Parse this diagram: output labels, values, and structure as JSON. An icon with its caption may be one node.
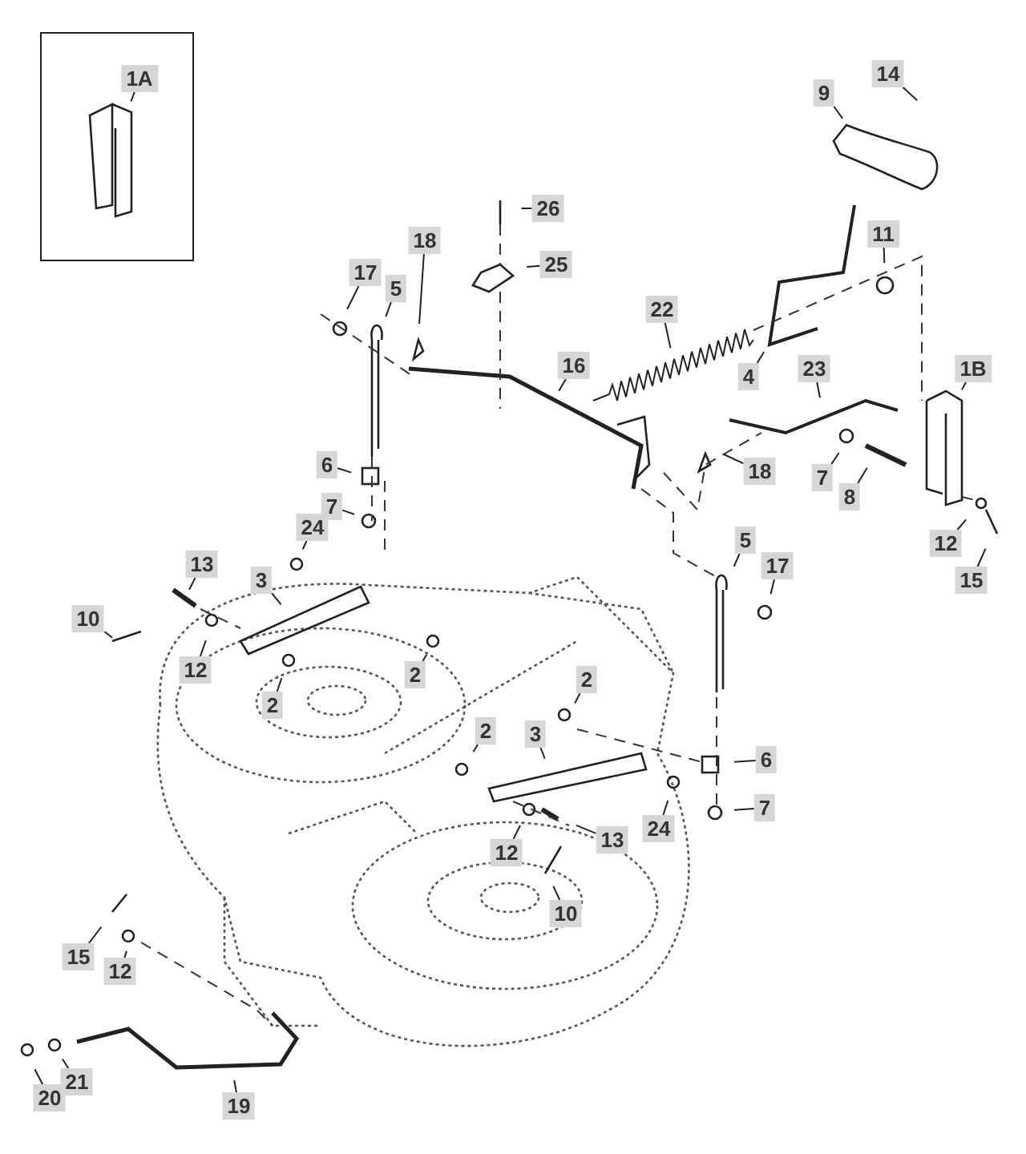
{
  "diagram": {
    "nodes": [
      {
        "text": [],
        "shape": "box"
      },
      {
        "text": [
          "1A"
        ],
        "in": 0
      },
      {
        "text": [
          "14"
        ]
      },
      {
        "text": [
          "9"
        ]
      },
      {
        "text": [
          "26"
        ]
      },
      {
        "text": [
          "11"
        ]
      },
      {
        "text": [
          "25"
        ]
      },
      {
        "text": [
          "18"
        ]
      },
      {
        "text": [
          "17"
        ]
      },
      {
        "text": [
          "5"
        ]
      },
      {
        "text": [
          "22"
        ]
      },
      {
        "text": [
          "16"
        ]
      },
      {
        "text": [
          "23"
        ]
      },
      {
        "text": [
          "1B"
        ]
      },
      {
        "text": [
          "4"
        ]
      },
      {
        "text": [
          "6"
        ]
      },
      {
        "text": [
          "18"
        ]
      },
      {
        "text": [
          "7"
        ]
      },
      {
        "text": [
          "7"
        ]
      },
      {
        "text": [
          "8"
        ]
      },
      {
        "text": [
          "24"
        ]
      },
      {
        "text": [
          "12"
        ]
      },
      {
        "text": [
          "13"
        ]
      },
      {
        "text": [
          "5"
        ]
      },
      {
        "text": [
          "17"
        ]
      },
      {
        "text": [
          "15"
        ]
      },
      {
        "text": [
          "3"
        ]
      },
      {
        "text": [
          "10"
        ]
      },
      {
        "text": [
          "12"
        ]
      },
      {
        "text": [
          "2"
        ]
      },
      {
        "text": [
          "2"
        ]
      },
      {
        "text": [
          "2"
        ]
      },
      {
        "text": [
          "2"
        ]
      },
      {
        "text": [
          "3"
        ]
      },
      {
        "text": [
          "6"
        ]
      },
      {
        "text": [
          "7"
        ]
      },
      {
        "text": [
          "24"
        ]
      },
      {
        "text": [
          "12"
        ]
      },
      {
        "text": [
          "13"
        ]
      },
      {
        "text": [
          "10"
        ]
      },
      {
        "text": [
          "15"
        ]
      },
      {
        "text": [
          "12"
        ]
      },
      {
        "text": [
          "20"
        ]
      },
      {
        "text": [
          "21"
        ]
      },
      {
        "text": [
          "19"
        ]
      }
    ],
    "edges": [
      {
        "from": 1,
        "to": null,
        "arrow": "none"
      },
      {
        "from": 2,
        "to": null,
        "arrow": "none"
      },
      {
        "from": 3,
        "to": null,
        "arrow": "none"
      },
      {
        "from": 4,
        "to": null,
        "arrow": "none"
      },
      {
        "from": 5,
        "to": null,
        "arrow": "none"
      },
      {
        "from": 6,
        "to": null,
        "arrow": "none"
      },
      {
        "from": 7,
        "to": null,
        "arrow": "none"
      },
      {
        "from": 8,
        "to": null,
        "arrow": "none"
      },
      {
        "from": 9,
        "to": null,
        "arrow": "none"
      },
      {
        "from": 10,
        "to": null,
        "arrow": "none"
      },
      {
        "from": 11,
        "to": null,
        "arrow": "none"
      },
      {
        "from": 12,
        "to": null,
        "arrow": "none"
      },
      {
        "from": 13,
        "to": null,
        "arrow": "none"
      },
      {
        "from": 14,
        "to": null,
        "arrow": "none"
      },
      {
        "from": 15,
        "to": null,
        "arrow": "none"
      },
      {
        "from": 16,
        "to": null,
        "arrow": "none"
      },
      {
        "from": 17,
        "to": null,
        "arrow": "none"
      },
      {
        "from": 18,
        "to": null,
        "arrow": "none"
      },
      {
        "from": 19,
        "to": null,
        "arrow": "none"
      },
      {
        "from": 20,
        "to": null,
        "arrow": "none"
      },
      {
        "from": 21,
        "to": null,
        "arrow": "none"
      },
      {
        "from": 22,
        "to": null,
        "arrow": "none"
      },
      {
        "from": 23,
        "to": null,
        "arrow": "none"
      },
      {
        "from": 24,
        "to": null,
        "arrow": "none"
      },
      {
        "from": 25,
        "to": null,
        "arrow": "none"
      },
      {
        "from": 26,
        "to": null,
        "arrow": "none"
      },
      {
        "from": 27,
        "to": null,
        "arrow": "none"
      },
      {
        "from": 28,
        "to": null,
        "arrow": "none"
      },
      {
        "from": 29,
        "to": null,
        "arrow": "none"
      },
      {
        "from": 30,
        "to": null,
        "arrow": "none"
      },
      {
        "from": 31,
        "to": null,
        "arrow": "none"
      },
      {
        "from": 32,
        "to": null,
        "arrow": "none"
      },
      {
        "from": 33,
        "to": null,
        "arrow": "none"
      },
      {
        "from": 34,
        "to": null,
        "arrow": "none"
      },
      {
        "from": 35,
        "to": null,
        "arrow": "none"
      },
      {
        "from": 36,
        "to": null,
        "arrow": "none"
      },
      {
        "from": 37,
        "to": null,
        "arrow": "none"
      },
      {
        "from": 38,
        "to": null,
        "arrow": "none"
      },
      {
        "from": 39,
        "to": null,
        "arrow": "none"
      },
      {
        "from": 40,
        "to": null,
        "arrow": "none"
      },
      {
        "from": 41,
        "to": null,
        "arrow": "none"
      },
      {
        "from": 42,
        "to": null,
        "arrow": "none"
      },
      {
        "from": 43,
        "to": null,
        "arrow": "none"
      },
      {
        "from": 44,
        "to": null,
        "arrow": "none"
      }
    ]
  }
}
